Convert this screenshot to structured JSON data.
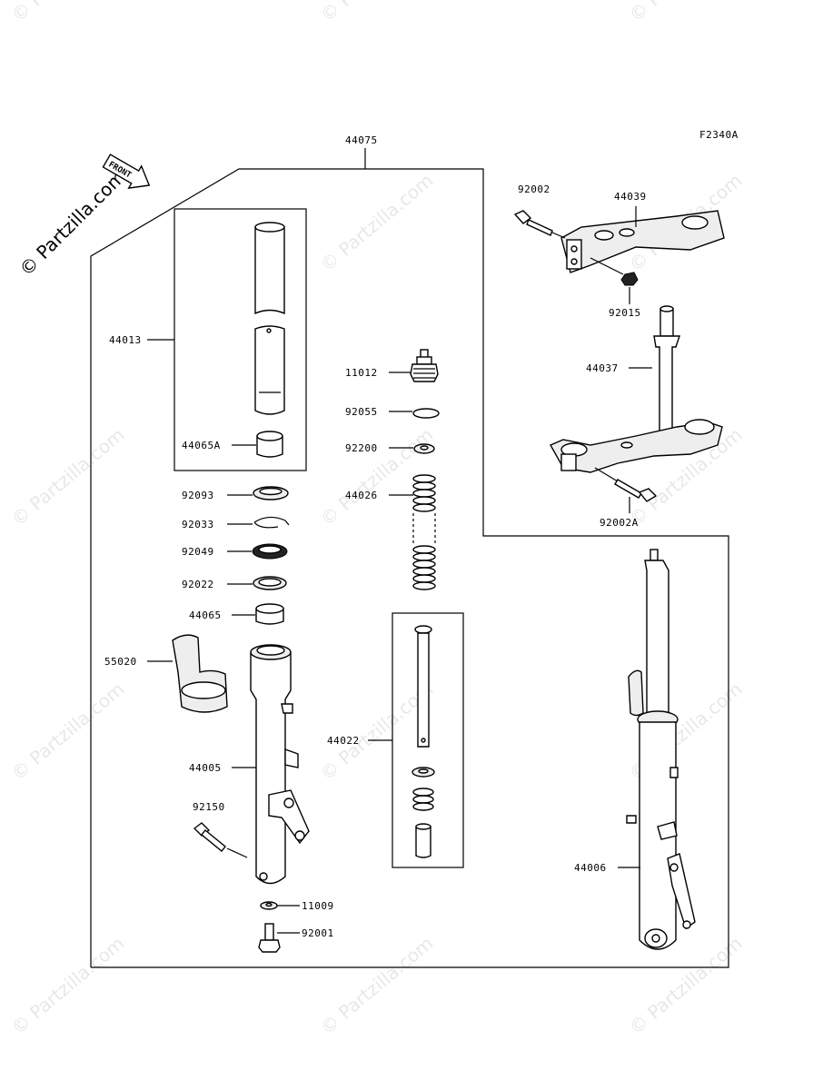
{
  "diagram_code": "F2340A",
  "front_arrow_label": "FRONT",
  "watermark": "© Partzilla.com",
  "parts": {
    "p44075": "44075",
    "p44013": "44013",
    "p44065A": "44065A",
    "p92093": "92093",
    "p92033": "92033",
    "p92049": "92049",
    "p92022": "92022",
    "p44065": "44065",
    "p55020": "55020",
    "p44005": "44005",
    "p92150": "92150",
    "p11009": "11009",
    "p92001": "92001",
    "p11012": "11012",
    "p92055": "92055",
    "p92200": "92200",
    "p44026": "44026",
    "p44022": "44022",
    "p92002": "92002",
    "p44039": "44039",
    "p92015": "92015",
    "p44037": "44037",
    "p92002A": "92002A",
    "p44006": "44006"
  }
}
